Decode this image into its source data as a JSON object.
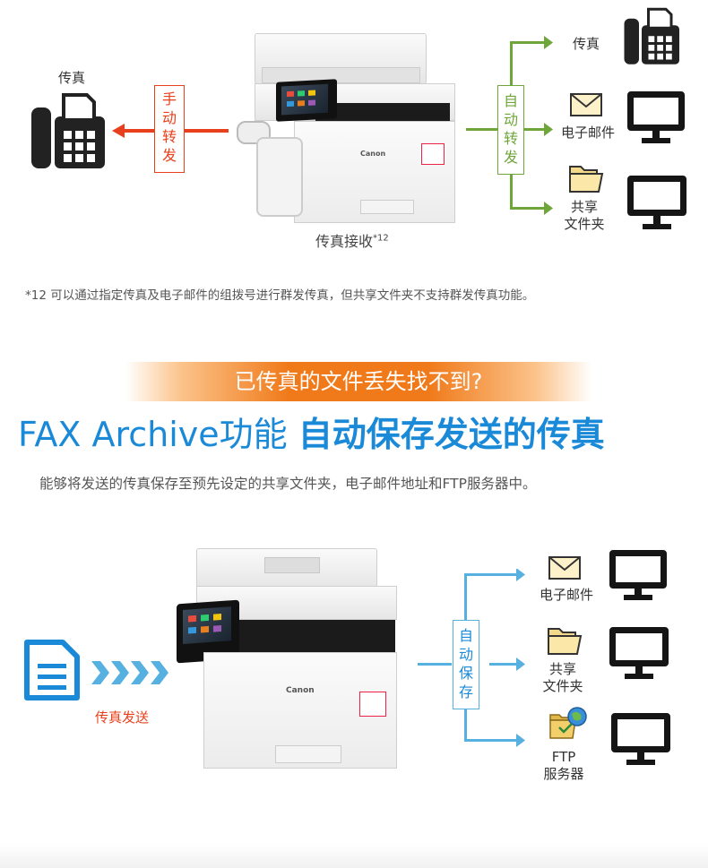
{
  "section1": {
    "fax_left_label": "传真",
    "manual_forward_chars": [
      "手",
      "动",
      "转",
      "发"
    ],
    "printer_caption": "传真接收",
    "printer_caption_sup": "*12",
    "auto_forward_chars": [
      "自",
      "动",
      "转",
      "发"
    ],
    "dest_fax": "传真",
    "dest_email": "电子邮件",
    "dest_share_line1": "共享",
    "dest_share_line2": "文件夹",
    "brand": "Canon",
    "footnote": "*12 可以通过指定传真及电子邮件的组拨号进行群发传真，但共享文件夹不支持群发传真功能。"
  },
  "banner": {
    "text": "已传真的文件丢失找不到?"
  },
  "section2": {
    "title_part1": "FAX Archive功能",
    "title_part2": "自动保存发送的传真",
    "subtitle": "能够将发送的传真保存至预先设定的共享文件夹，电子邮件地址和FTP服务器中。",
    "send_label": "传真发送",
    "auto_save_chars": [
      "自",
      "动",
      "保",
      "存"
    ],
    "dest_email": "电子邮件",
    "dest_share_line1": "共享",
    "dest_share_line2": "文件夹",
    "dest_ftp_line1": "FTP",
    "dest_ftp_line2": "服务器",
    "brand": "Canon"
  },
  "colors": {
    "manual_red": "#e8401c",
    "auto_green": "#6fa63a",
    "archive_blue": "#56b0e0",
    "title_blue": "#1a8ad8",
    "banner_orange": "#f07a1a"
  }
}
